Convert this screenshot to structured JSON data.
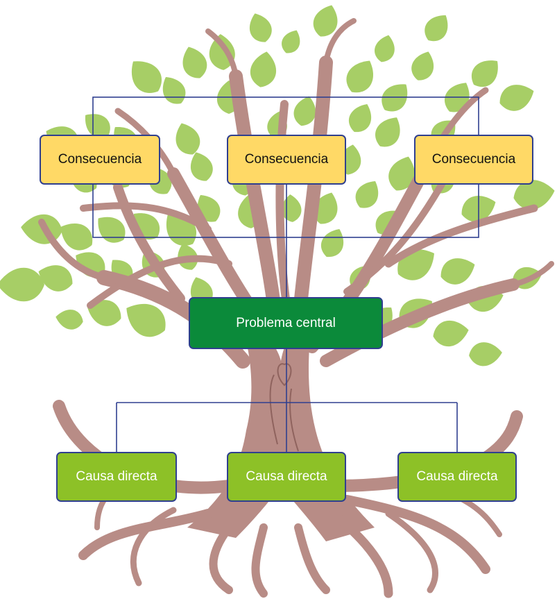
{
  "colors": {
    "leaf": "#a7ce66",
    "trunk": "#b88c86",
    "trunk_line": "#8f635e",
    "connector": "#2f3f8f",
    "consequence_fill": "#ffd966",
    "problem_fill": "#0b8a3a",
    "cause_fill": "#8dc127"
  },
  "icons": [
    "tree-illustration"
  ],
  "consequences": [
    {
      "label": "Consecuencia"
    },
    {
      "label": "Consecuencia"
    },
    {
      "label": "Consecuencia"
    }
  ],
  "problem": {
    "label": "Problema central"
  },
  "causes": [
    {
      "label": "Causa directa"
    },
    {
      "label": "Causa directa"
    },
    {
      "label": "Causa directa"
    }
  ]
}
